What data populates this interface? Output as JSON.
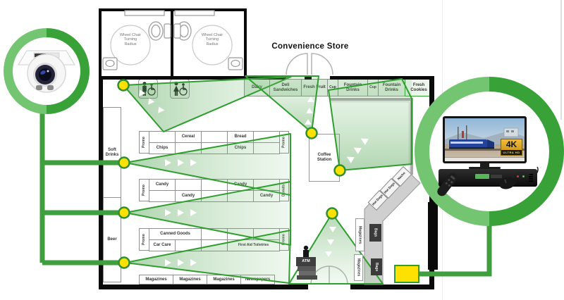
{
  "page": {
    "title": "Convenience Store"
  },
  "colors": {
    "accent_green": "#3aa03a",
    "light_green": "#74c572",
    "camera_dot": "#ffe100",
    "cone_stroke": "#2f9e2f",
    "wall": "#0a0a0a",
    "counter_gray": "#cfcfcf"
  },
  "bathroom": {
    "wheelchair_lines": [
      "Wheel Chair",
      "Turning",
      "Radius"
    ]
  },
  "shelves": {
    "top_row": [
      "Dairy",
      "Deli Sandwiches",
      "Fresh Fruit",
      "Cup",
      "Fountain Drinks",
      "Cup",
      "Fountain Drinks",
      "Fresh Cookies"
    ],
    "left_wall": [
      "Soft Drinks",
      "Beer"
    ],
    "bottom_row": [
      "Magazines",
      "Magazines",
      "Magazines",
      "Newspapers"
    ]
  },
  "aisles": {
    "a1": {
      "left": "Promo",
      "right": "Promo",
      "top": [
        "",
        "Cereal",
        "",
        "Bread",
        ""
      ],
      "bottom": [
        "Chips",
        "",
        "",
        "Chips",
        ""
      ]
    },
    "a2": {
      "left": "Promo",
      "right": "Donuts",
      "top": [
        "Candy",
        "",
        "",
        "Candy",
        ""
      ],
      "bottom": [
        "",
        "Candy",
        "",
        "",
        "Candy"
      ]
    },
    "a3": {
      "left": "Promo",
      "right": "Promo",
      "top_main": "Canned Goods",
      "bottom_left": "Car Care",
      "bottom_right": "First Aid Toiletries"
    }
  },
  "coffee": {
    "lines": [
      "Coffee",
      "Station"
    ]
  },
  "checkout": {
    "hot": [
      "Hot Dogs",
      "Hot Dogs",
      "Nacho"
    ],
    "bags": [
      "Bags",
      "Bags"
    ],
    "racks": [
      "Magazines",
      "Magazines"
    ]
  },
  "atm": {
    "label": "ATM"
  },
  "monitor": {
    "badge_main": "4K",
    "badge_sub": "ULTRA HD"
  }
}
